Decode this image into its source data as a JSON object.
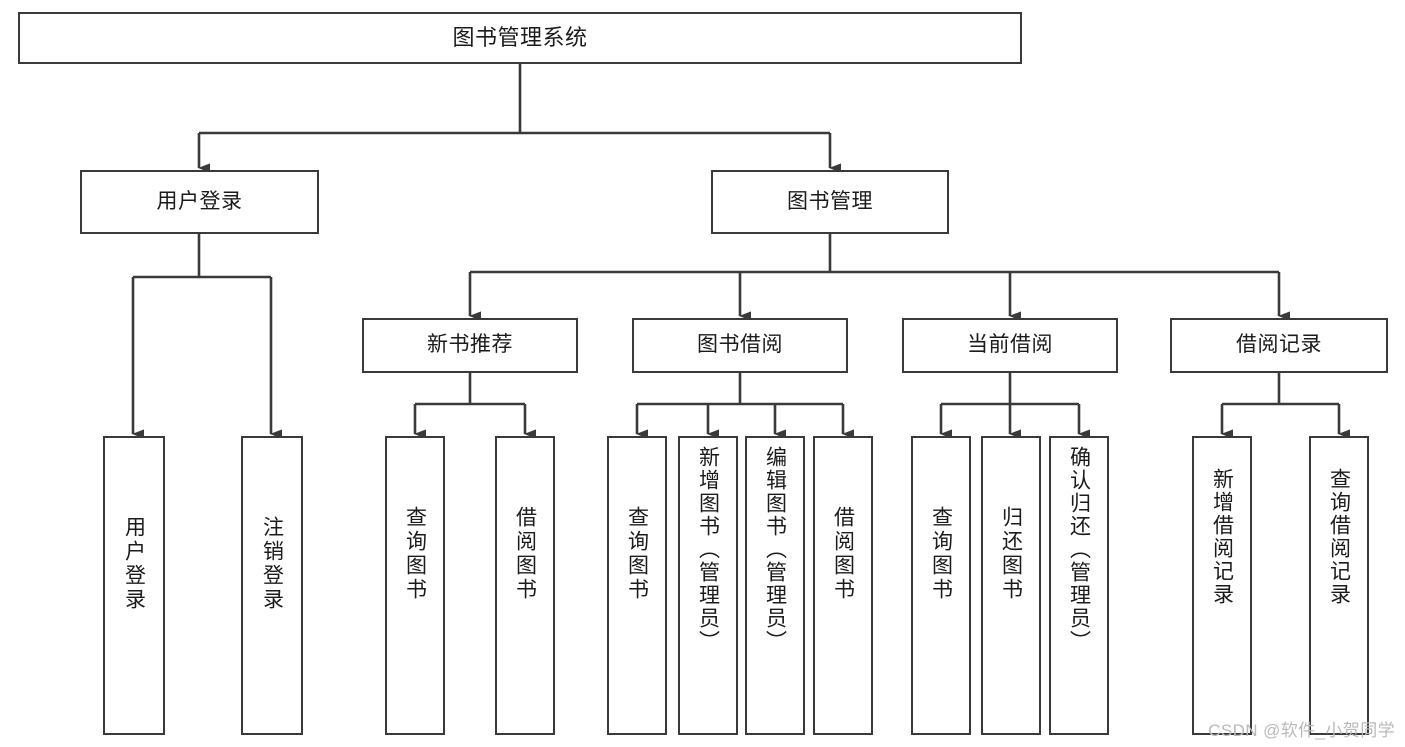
{
  "diagram": {
    "title": "图书管理系统",
    "type": "tree-hierarchy",
    "root": {
      "label": "图书管理系统"
    },
    "level1": [
      {
        "label": "用户登录"
      },
      {
        "label": "图书管理"
      }
    ],
    "level2": [
      {
        "label": "新书推荐"
      },
      {
        "label": "图书借阅"
      },
      {
        "label": "当前借阅"
      },
      {
        "label": "借阅记录"
      }
    ],
    "leaves": {
      "user_login": [
        {
          "label": "用户登录"
        },
        {
          "label": "注销登录"
        }
      ],
      "new_book_recommend": [
        {
          "label": "查询图书"
        },
        {
          "label": "借阅图书"
        }
      ],
      "book_borrow": [
        {
          "label": "查询图书"
        },
        {
          "label": "新增图书（管理员）"
        },
        {
          "label": "编辑图书（管理员）"
        },
        {
          "label": "借阅图书"
        }
      ],
      "current_borrow": [
        {
          "label": "查询图书"
        },
        {
          "label": "归还图书"
        },
        {
          "label": "确认归还（管理员）"
        }
      ],
      "borrow_record": [
        {
          "label": "新增借阅记录"
        },
        {
          "label": "查询借阅记录"
        }
      ]
    }
  },
  "watermark": {
    "text": "CSDN @软件_小贺同学"
  },
  "colors": {
    "stroke": "#3a3a3a",
    "background": "#ffffff",
    "text": "#1b1b1b",
    "watermark": "#b9b9b9"
  }
}
